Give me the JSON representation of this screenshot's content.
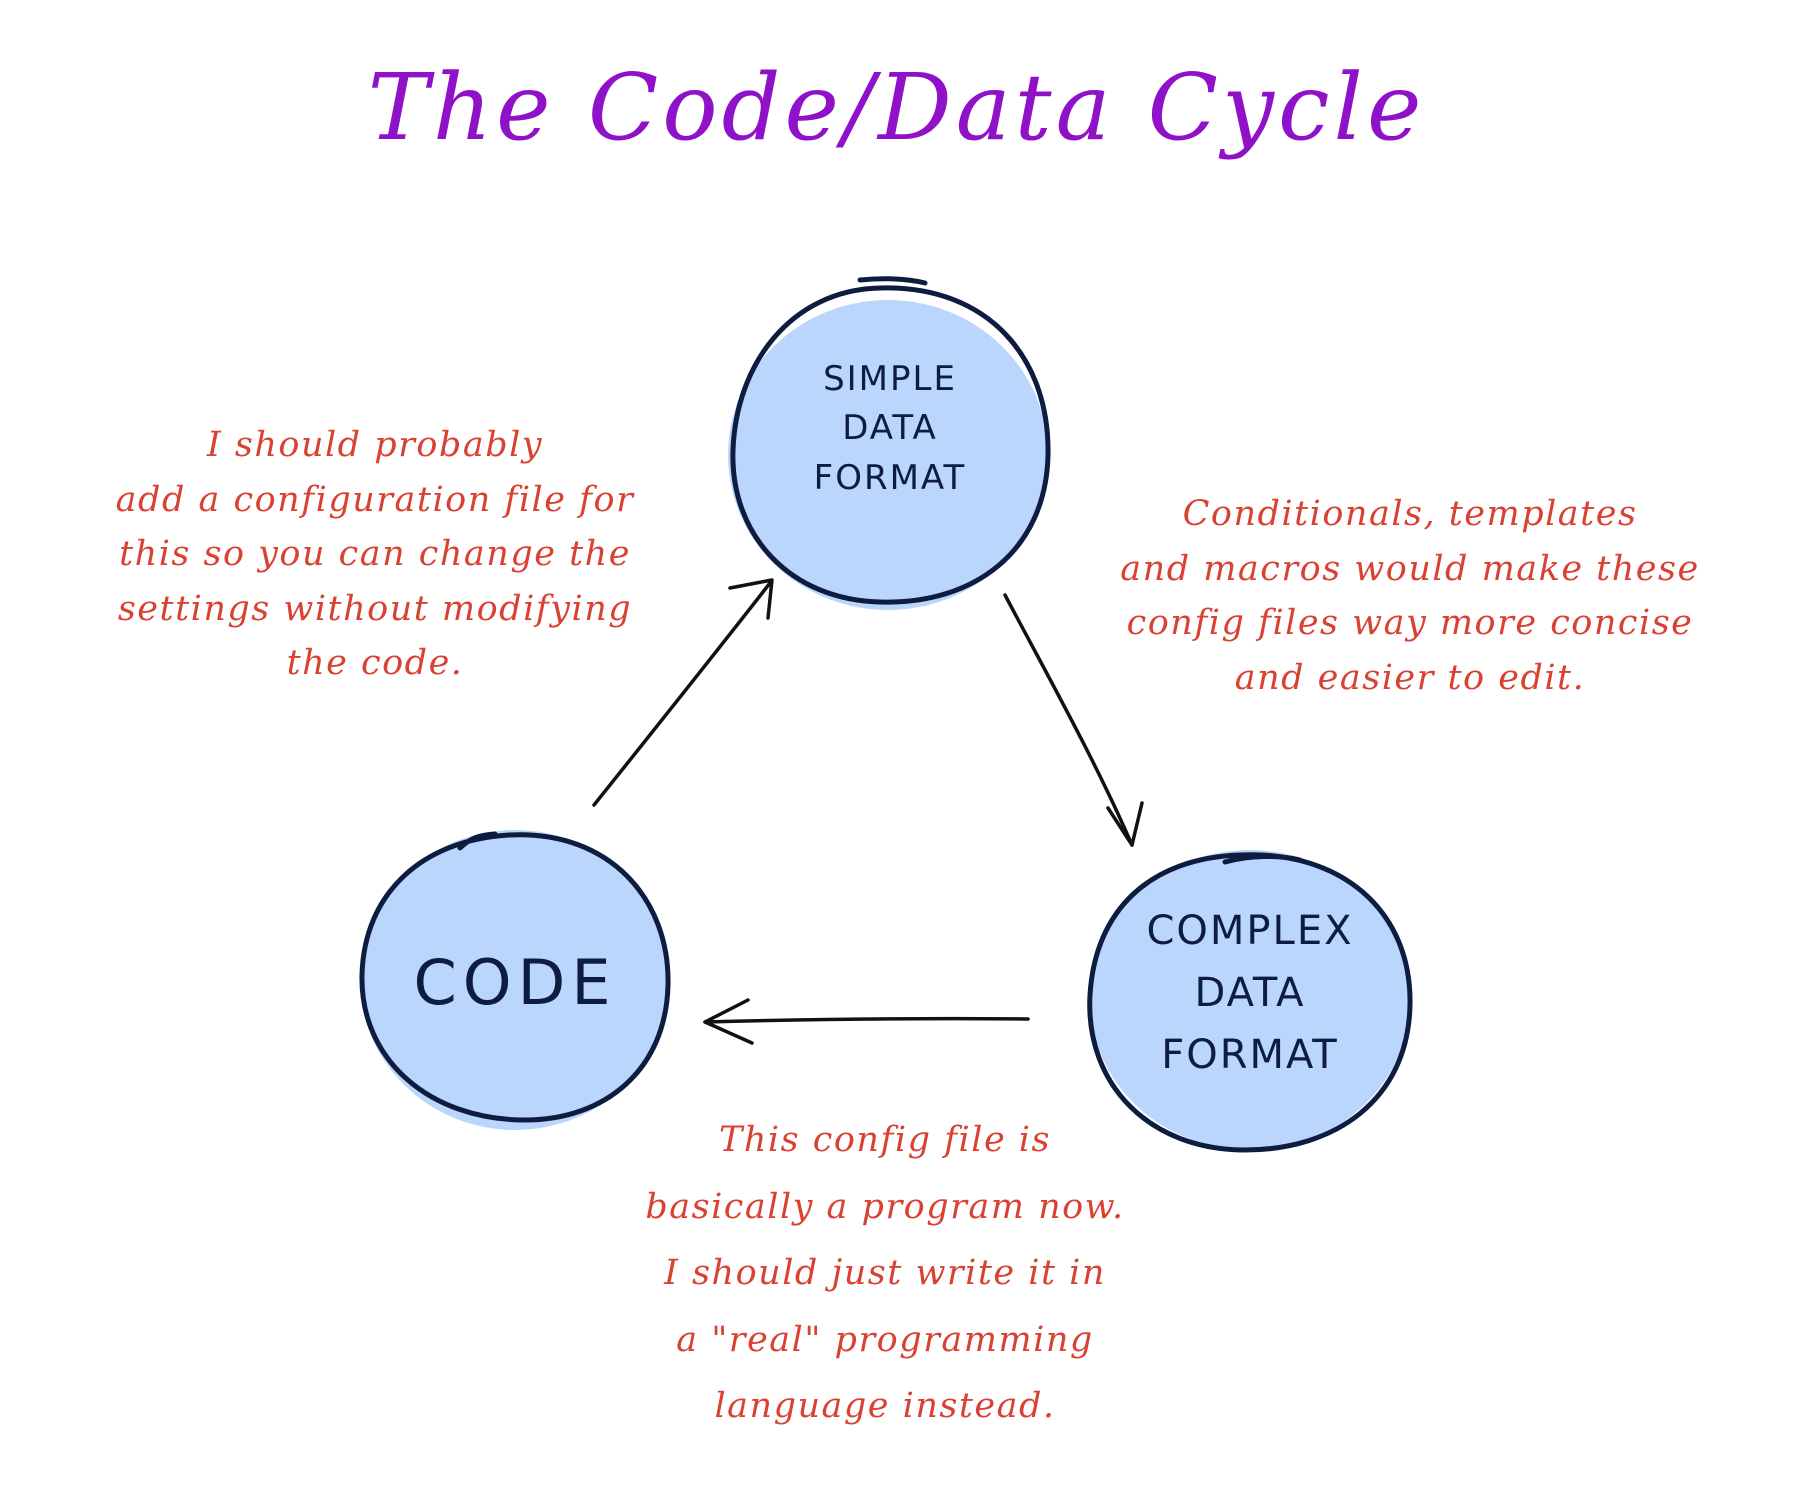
{
  "title": "The Code/Data Cycle",
  "nodes": {
    "simple": {
      "lines": [
        "SIMPLE",
        "DATA",
        "FORMAT"
      ]
    },
    "complex": {
      "lines": [
        "COMPLEX",
        "DATA",
        "FORMAT"
      ]
    },
    "code": {
      "lines": [
        "CODE"
      ]
    }
  },
  "annotations": {
    "code_to_simple": {
      "lines": [
        "I should probably",
        "add a configuration file for",
        "this so you can change the",
        "settings without modifying",
        "the code."
      ]
    },
    "simple_to_complex": {
      "lines": [
        "Conditionals, templates",
        "and macros would make these",
        "config files way more concise",
        "and easier to edit."
      ]
    },
    "complex_to_code": {
      "lines": [
        "This config file is",
        "basically a program now.",
        "I should just write it in",
        "a \"real\" programming",
        "language instead."
      ]
    }
  },
  "colors": {
    "title": "#8f12c9",
    "node_fill": "#bad6fc",
    "node_stroke": "#0d1c3f",
    "annotation": "#d94132",
    "arrow": "#111111"
  }
}
